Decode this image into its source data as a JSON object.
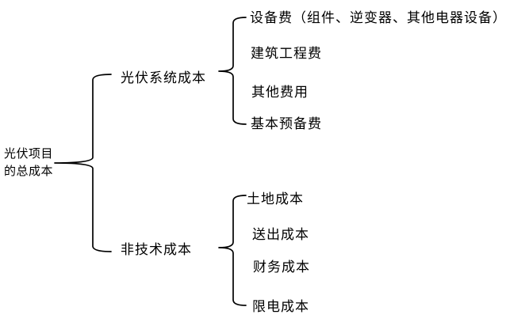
{
  "colors": {
    "background": "#ffffff",
    "text": "#000000",
    "line": "#000000"
  },
  "diagram": {
    "type": "bracket-tree",
    "root": {
      "label": "光伏项目的总成本",
      "label_line1": "光伏项目",
      "label_line2": "的总成本"
    },
    "branches": [
      {
        "label": "光伏系统成本",
        "children": [
          "设备费（组件、逆变器、其他电器设备）",
          "建筑工程费",
          "其他费用",
          "基本预备费"
        ]
      },
      {
        "label": "非技术成本",
        "children": [
          "土地成本",
          "送出成本",
          "财务成本",
          "限电成本"
        ]
      }
    ]
  }
}
